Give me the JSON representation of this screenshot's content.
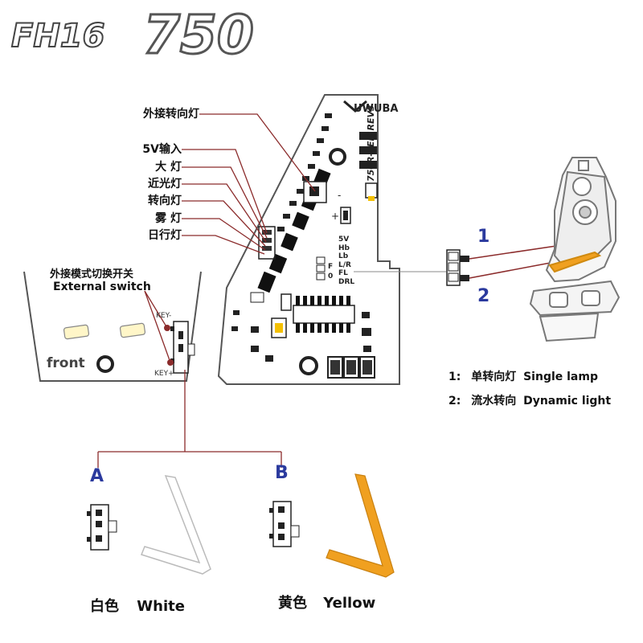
{
  "logo": {
    "model": "FH16",
    "number": "750"
  },
  "pcb": {
    "brand": "UWUBA",
    "rev": "750R-LED REV3",
    "pins": [
      "5V",
      "Hb",
      "Lb",
      "L/R",
      "FL",
      "DRL"
    ],
    "sideLetters": [
      "F",
      "0"
    ],
    "plus": "+",
    "minus": "-"
  },
  "wire_labels": {
    "ext_turn": "外接转向灯",
    "v5_input": "5V输入",
    "big_light": "大  灯",
    "low_beam": "近光灯",
    "turn": "转向灯",
    "fog": "雾  灯",
    "drl": "日行灯"
  },
  "switch_board": {
    "title_cn": "外接模式切换开关",
    "title_en": "External switch",
    "front": "front",
    "key_minus": "KEY-",
    "key_plus": "KEY+"
  },
  "connector": {
    "n1": "1",
    "n2": "2"
  },
  "legend": {
    "item1_num": "1:",
    "item1_cn": "单转向灯",
    "item1_en": "Single lamp",
    "item2_num": "2:",
    "item2_cn": "流水转向",
    "item2_en": "Dynamic light"
  },
  "options": {
    "a_letter": "A",
    "a_cn": "白色",
    "a_en": "White",
    "b_letter": "B",
    "b_cn": "黄色",
    "b_en": "Yellow"
  },
  "colors": {
    "wire": "#8b2b2b",
    "accent_blue": "#2b3a9e",
    "amber": "#f0a020",
    "pcb_outline": "#555555"
  }
}
